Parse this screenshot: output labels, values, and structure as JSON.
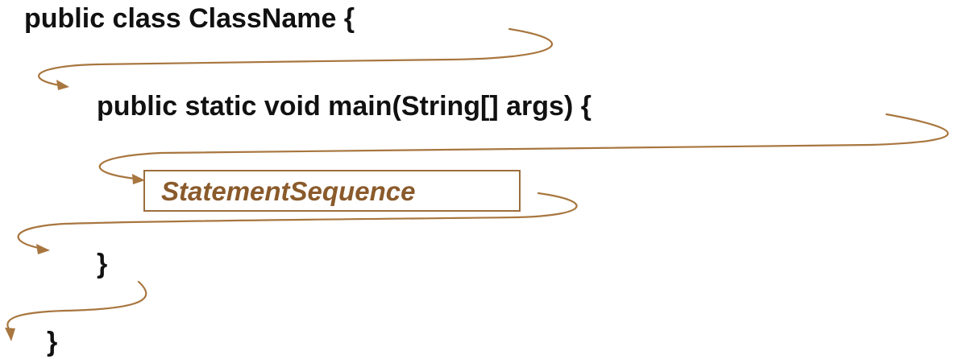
{
  "code": {
    "class_header": "public class ClassName {",
    "main_header": "public static void main(String[] args) {",
    "main_close": "}",
    "class_close": "}"
  },
  "statement_box": {
    "label": "StatementSequence"
  },
  "colors": {
    "code_text": "#111111",
    "accent": "#a8763f",
    "box_border": "#9c6e3c",
    "box_text": "#8a5a2b"
  },
  "flow_arrows": [
    {
      "from": "class_header",
      "to": "main_header"
    },
    {
      "from": "main_header",
      "to": "statement_box"
    },
    {
      "from": "statement_box",
      "to": "main_close"
    },
    {
      "from": "main_close",
      "to": "class_close"
    }
  ]
}
